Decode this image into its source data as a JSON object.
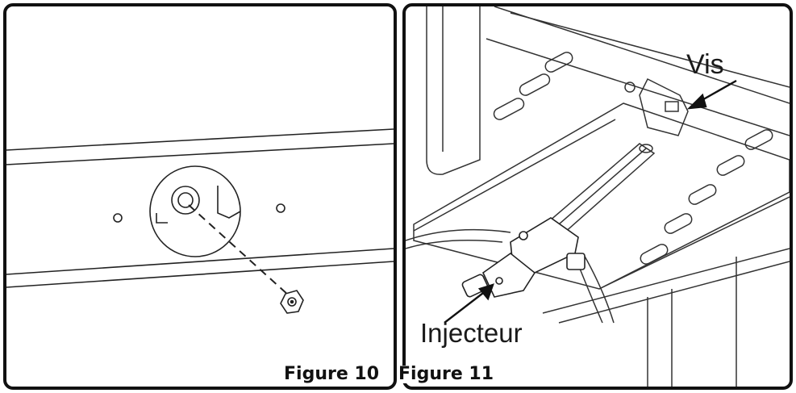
{
  "figures": [
    {
      "caption": "Figure 10"
    },
    {
      "caption": "Figure 11",
      "labels": {
        "screw": "Vis",
        "injector": "Injecteur"
      }
    }
  ]
}
